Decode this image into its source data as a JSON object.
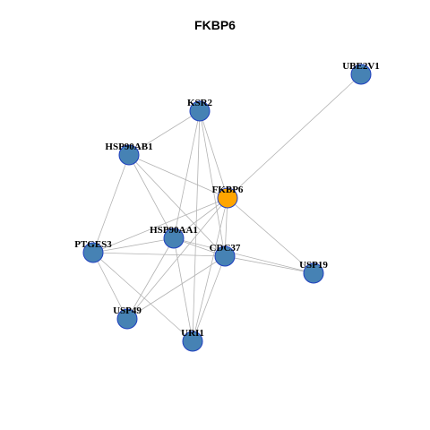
{
  "title": "FKBP6",
  "colors": {
    "node_default": "#4682B4",
    "node_focus": "#FFA500",
    "node_stroke": "#1f3fbf",
    "edge": "#b3b3b3"
  },
  "nodes": [
    {
      "id": "UBE2V1",
      "label": "UBE2V1",
      "focus": false
    },
    {
      "id": "KSR2",
      "label": "KSR2",
      "focus": false
    },
    {
      "id": "HSP90AB1",
      "label": "HSP90AB1",
      "focus": false
    },
    {
      "id": "FKBP6",
      "label": "FKBP6",
      "focus": true
    },
    {
      "id": "HSP90AA1",
      "label": "HSP90AA1",
      "focus": false
    },
    {
      "id": "PTGES3",
      "label": "PTGES3",
      "focus": false
    },
    {
      "id": "CDC37",
      "label": "CDC37",
      "focus": false
    },
    {
      "id": "USP19",
      "label": "USP19",
      "focus": false
    },
    {
      "id": "USP49",
      "label": "USP49",
      "focus": false
    },
    {
      "id": "URI1",
      "label": "URI1",
      "focus": false
    }
  ],
  "edges": [
    [
      "UBE2V1",
      "FKBP6"
    ],
    [
      "KSR2",
      "HSP90AB1"
    ],
    [
      "KSR2",
      "FKBP6"
    ],
    [
      "KSR2",
      "HSP90AA1"
    ],
    [
      "KSR2",
      "CDC37"
    ],
    [
      "KSR2",
      "URI1"
    ],
    [
      "HSP90AB1",
      "FKBP6"
    ],
    [
      "HSP90AB1",
      "HSP90AA1"
    ],
    [
      "HSP90AB1",
      "PTGES3"
    ],
    [
      "HSP90AB1",
      "CDC37"
    ],
    [
      "FKBP6",
      "PTGES3"
    ],
    [
      "FKBP6",
      "HSP90AA1"
    ],
    [
      "FKBP6",
      "CDC37"
    ],
    [
      "FKBP6",
      "USP19"
    ],
    [
      "FKBP6",
      "USP49"
    ],
    [
      "FKBP6",
      "URI1"
    ],
    [
      "HSP90AA1",
      "PTGES3"
    ],
    [
      "HSP90AA1",
      "CDC37"
    ],
    [
      "HSP90AA1",
      "USP19"
    ],
    [
      "HSP90AA1",
      "USP49"
    ],
    [
      "HSP90AA1",
      "URI1"
    ],
    [
      "PTGES3",
      "CDC37"
    ],
    [
      "PTGES3",
      "USP49"
    ],
    [
      "PTGES3",
      "URI1"
    ],
    [
      "CDC37",
      "USP19"
    ],
    [
      "CDC37",
      "USP49"
    ],
    [
      "CDC37",
      "URI1"
    ]
  ]
}
